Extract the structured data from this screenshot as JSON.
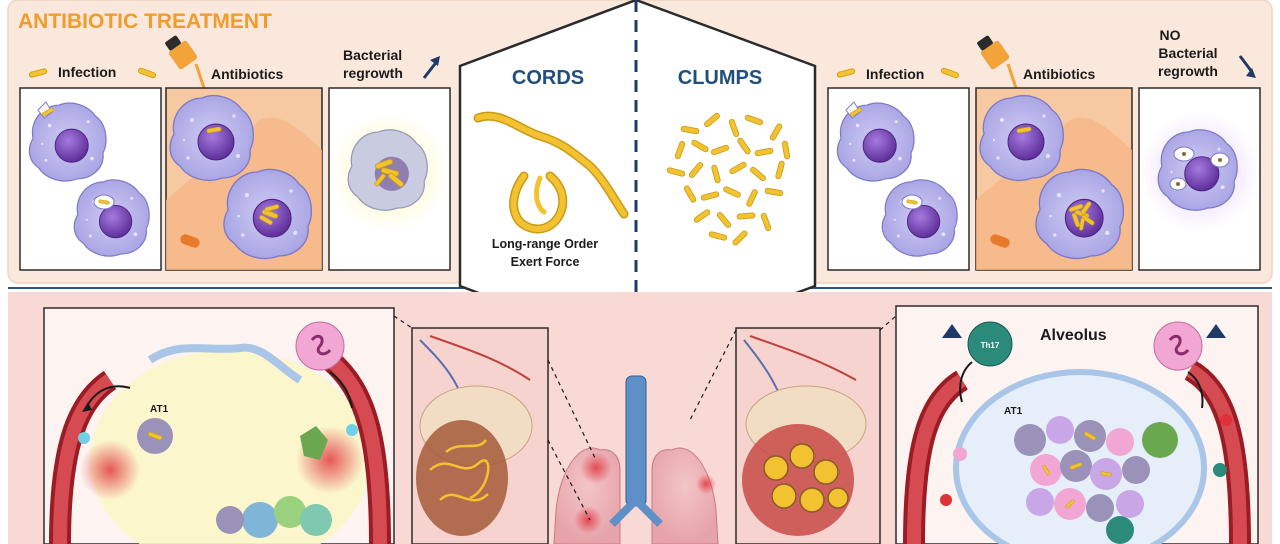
{
  "header": {
    "title": "ANTIBIOTIC TREATMENT"
  },
  "cords_panel": {
    "stage_labels": {
      "infection": "Infection",
      "antibiotics": "Antibiotics",
      "regrowth": "Bacterial regrowth"
    },
    "center_title": "CORDS",
    "caption": [
      "Long-range Order",
      "Exert Force"
    ]
  },
  "clumps_panel": {
    "stage_labels": {
      "infection": "Infection",
      "antibiotics": "Antibiotics",
      "regrowth": "NO Bacterial regrowth"
    },
    "center_title": "CLUMPS"
  },
  "lower": {
    "left_cell_label": "AT1",
    "right_cell_label": "AT1",
    "alveolus_title": "Alveolus",
    "th17_label": "Th17"
  },
  "colors": {
    "title_accent": "#f29b2d",
    "center_text": "#1f4f7a",
    "bacteria": "#f2c230",
    "macrophage": "#b9b6ec",
    "nucleus": "#7b4bb8",
    "vessel": "#b0262c",
    "background_top": "#fbe8dc",
    "background_bottom": "#f9d9d6"
  }
}
